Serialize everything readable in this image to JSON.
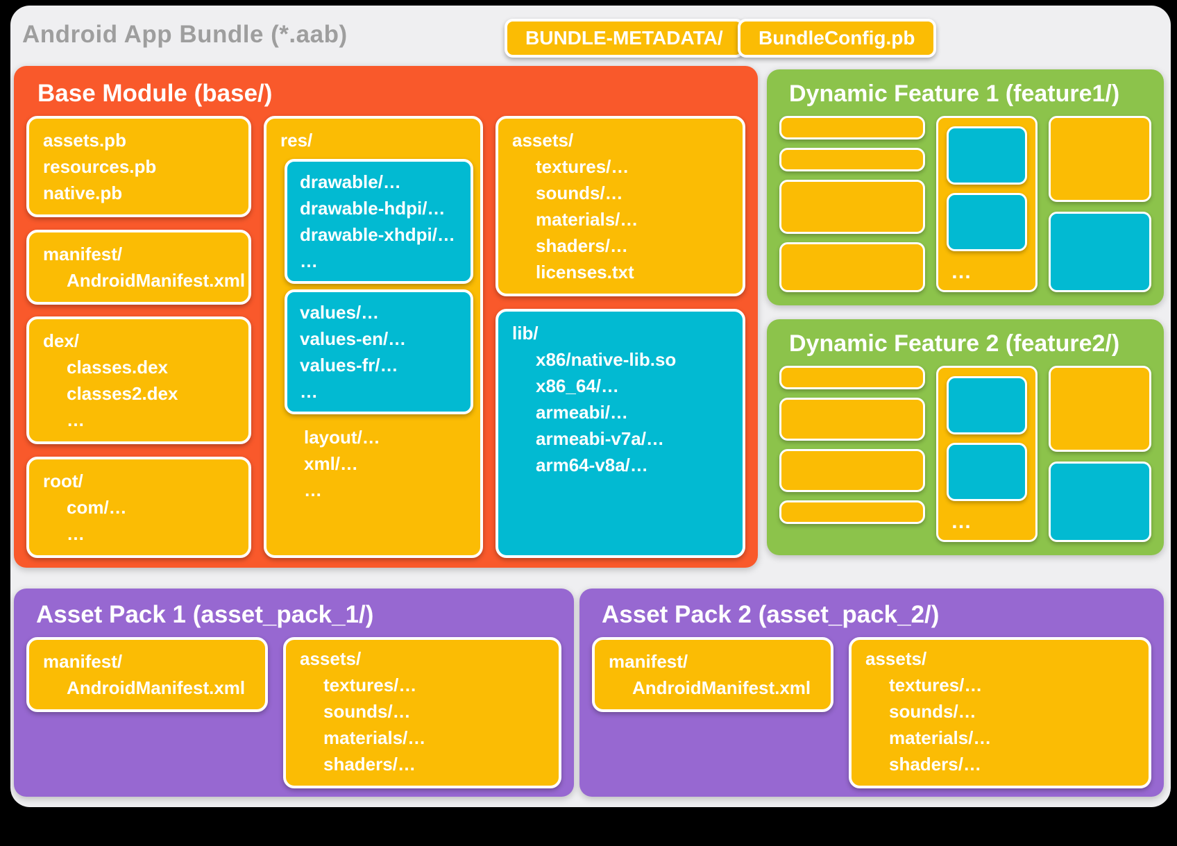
{
  "title": "Android App Bundle (*.aab)",
  "colors": {
    "yellow": "#FBBC04",
    "orange": "#F9592B",
    "teal": "#02BAD2",
    "green": "#8CC34B",
    "purple": "#9768D1",
    "title_gray": "#9E9E9E",
    "card_bg": "#EFEFF1"
  },
  "top_pills": {
    "metadata": "BUNDLE-METADATA/",
    "config": "BundleConfig.pb"
  },
  "base_module": {
    "title": "Base Module (base/)",
    "protos": [
      {
        "text": "assets.pb"
      },
      {
        "text": "resources.pb"
      },
      {
        "text": "native.pb"
      }
    ],
    "manifest": [
      {
        "text": "manifest/"
      },
      {
        "text": "AndroidManifest.xml",
        "indent": true
      }
    ],
    "dex": [
      {
        "text": "dex/"
      },
      {
        "text": "classes.dex",
        "indent": true
      },
      {
        "text": "classes2.dex",
        "indent": true
      },
      {
        "text": "…",
        "indent": true
      }
    ],
    "root": [
      {
        "text": "root/"
      },
      {
        "text": "com/…",
        "indent": true
      },
      {
        "text": "…",
        "indent": true
      }
    ],
    "res": {
      "title": "res/",
      "drawable": [
        {
          "text": "drawable/…"
        },
        {
          "text": "drawable-hdpi/…"
        },
        {
          "text": "drawable-xhdpi/…"
        },
        {
          "text": "…"
        }
      ],
      "values": [
        {
          "text": "values/…"
        },
        {
          "text": "values-en/…"
        },
        {
          "text": "values-fr/…"
        },
        {
          "text": "…"
        }
      ],
      "tail": [
        {
          "text": "layout/…"
        },
        {
          "text": "xml/…"
        },
        {
          "text": "…"
        }
      ]
    },
    "assets": [
      {
        "text": "assets/"
      },
      {
        "text": "textures/…",
        "indent": true
      },
      {
        "text": "sounds/…",
        "indent": true
      },
      {
        "text": "materials/…",
        "indent": true
      },
      {
        "text": "shaders/…",
        "indent": true
      },
      {
        "text": "licenses.txt",
        "indent": true
      }
    ],
    "lib": [
      {
        "text": "lib/"
      },
      {
        "text": "x86/native-lib.so",
        "indent": true
      },
      {
        "text": "x86_64/…",
        "indent": true
      },
      {
        "text": "armeabi/…",
        "indent": true
      },
      {
        "text": "armeabi-v7a/…",
        "indent": true
      },
      {
        "text": "arm64-v8a/…",
        "indent": true
      }
    ]
  },
  "features": [
    {
      "title": "Dynamic Feature 1 (feature1/)",
      "ellipsis": "…"
    },
    {
      "title": "Dynamic Feature 2 (feature2/)",
      "ellipsis": "…"
    }
  ],
  "asset_packs": [
    {
      "title": "Asset Pack 1 (asset_pack_1/)",
      "manifest": [
        {
          "text": "manifest/"
        },
        {
          "text": "AndroidManifest.xml",
          "indent": true
        }
      ],
      "assets": [
        {
          "text": "assets/"
        },
        {
          "text": "textures/…",
          "indent": true
        },
        {
          "text": "sounds/…",
          "indent": true
        },
        {
          "text": "materials/…",
          "indent": true
        },
        {
          "text": "shaders/…",
          "indent": true
        }
      ]
    },
    {
      "title": "Asset Pack 2 (asset_pack_2/)",
      "manifest": [
        {
          "text": "manifest/"
        },
        {
          "text": "AndroidManifest.xml",
          "indent": true
        }
      ],
      "assets": [
        {
          "text": "assets/"
        },
        {
          "text": "textures/…",
          "indent": true
        },
        {
          "text": "sounds/…",
          "indent": true
        },
        {
          "text": "materials/…",
          "indent": true
        },
        {
          "text": "shaders/…",
          "indent": true
        }
      ]
    }
  ]
}
